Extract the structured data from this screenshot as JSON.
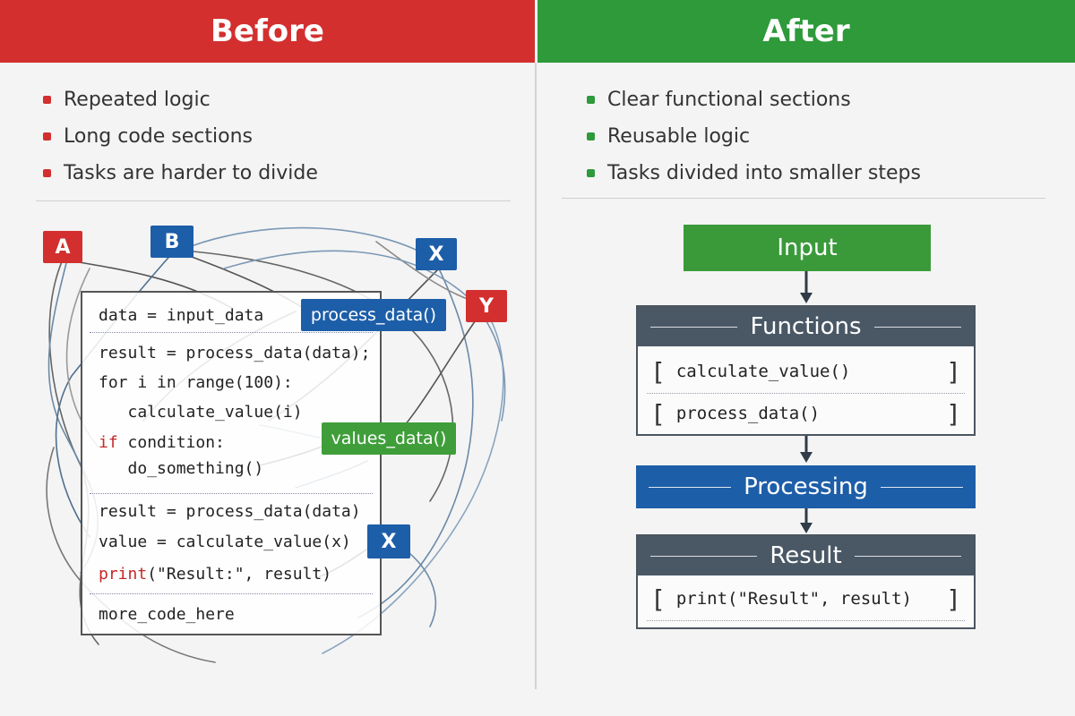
{
  "before": {
    "title": "Before",
    "bullets": [
      "Repeated logic",
      "Long code sections",
      "Tasks are harder to divide"
    ],
    "code_lines": [
      "data = input_data",
      "result = process_data(data);",
      "for i in range(100):",
      "   calculate_value(i)",
      "if",
      " condition:",
      "   do_something()",
      "result = process_data(data)",
      "value = calculate_value(x)",
      "print",
      "(\"Result:\", result)",
      "more_code_here"
    ],
    "tags": {
      "a": "A",
      "b": "B",
      "x_top": "X",
      "y": "Y",
      "x_bottom": "X",
      "process_data": "process_data()",
      "values_data": "values_data()"
    }
  },
  "after": {
    "title": "After",
    "bullets": [
      "Clear functional sections",
      "Reusable logic",
      "Tasks divided into smaller steps"
    ],
    "input_label": "Input",
    "functions_label": "Functions",
    "functions_items": [
      "calculate_value()",
      "process_data()"
    ],
    "processing_label": "Processing",
    "result_label": "Result",
    "result_items": [
      "print(\"Result\", result)"
    ],
    "bracket_open": "[",
    "bracket_close": "]"
  },
  "colors": {
    "before_accent": "#d32f2f",
    "after_accent": "#2e9a3a",
    "blue": "#1d5ea8",
    "panel_header": "#4a5866"
  }
}
